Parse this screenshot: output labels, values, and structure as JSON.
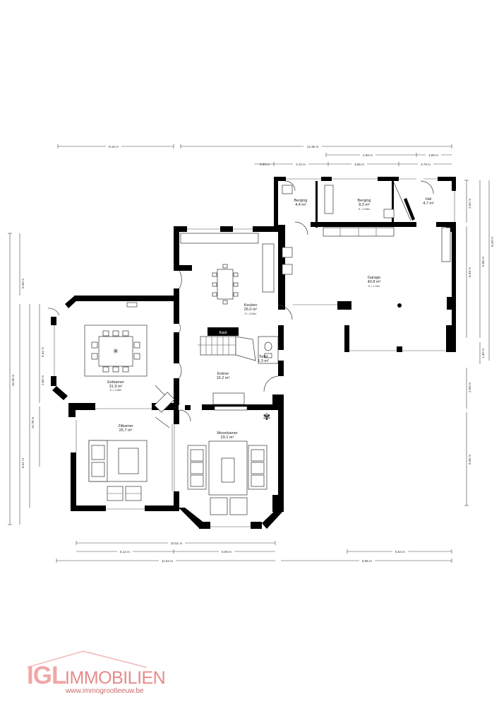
{
  "rooms": {
    "berging1": {
      "name": "Berging",
      "area": "4.4 m²"
    },
    "berging2": {
      "name": "Berging",
      "area": "8.3 m²",
      "height": "H = 3.96m"
    },
    "hal": {
      "name": "Hal",
      "area": "4.7 m²"
    },
    "garage": {
      "name": "Garage",
      "area": "40.8 m²",
      "height": "H = 2.19m"
    },
    "keuken": {
      "name": "Keuken",
      "area": "26.0 m²",
      "height": "H = 2.64m"
    },
    "kast": {
      "name": "Kast"
    },
    "toilet": {
      "name": "Toilet",
      "area": "1.3 m²"
    },
    "eetkamer": {
      "name": "Eetkamer",
      "area": "31.9 m²",
      "height": "H = 2.95m"
    },
    "entree": {
      "name": "Entree",
      "area": "16.2 m²"
    },
    "zitkamer": {
      "name": "Zitkamer",
      "area": "25.7 m²"
    },
    "woonkamer": {
      "name": "Woonkamer",
      "area": "29.1 m²"
    }
  },
  "dimensions": {
    "top_left": "6.15 m",
    "top_total": "14.36 m",
    "top_4_55": "4.55 m",
    "top_1_89": "1.89 m",
    "top_0_96": "0.96 m",
    "top_2_10": "2.10 m",
    "top_3_65": "3.65 m",
    "top_2_78": "2.78 m",
    "right_2_02": "2.02 m",
    "right_6_29": "6.29 m",
    "right_5_65": "5.65 m",
    "right_6_33": "6.33 m",
    "right_1_40": "1.40 m",
    "right_2_00": "2.00 m",
    "right_5_06": "5.06 m",
    "left_15_35": "15.35 m",
    "left_5_39": "5.39 m",
    "left_5_41": "5.41 m",
    "left_2_60": "2.60 m",
    "left_10_78": "10.78 m",
    "left_6_01": "6.01 m",
    "bottom_10_51": "10.51 m",
    "bottom_5_12": "5.12 m",
    "bottom_5_09": "5.09 m",
    "bottom_5_54": "5.54 m",
    "bottom_11_54": "11.54 m",
    "bottom_8_96": "8.96 m"
  },
  "logo": {
    "brand_prefix": "IGL",
    "brand_suffix": "IMMOBILIEN",
    "website": "www.immogrootleeuw.be"
  },
  "colors": {
    "walls": "#000000",
    "logo_pink": "#f2a7a7"
  }
}
